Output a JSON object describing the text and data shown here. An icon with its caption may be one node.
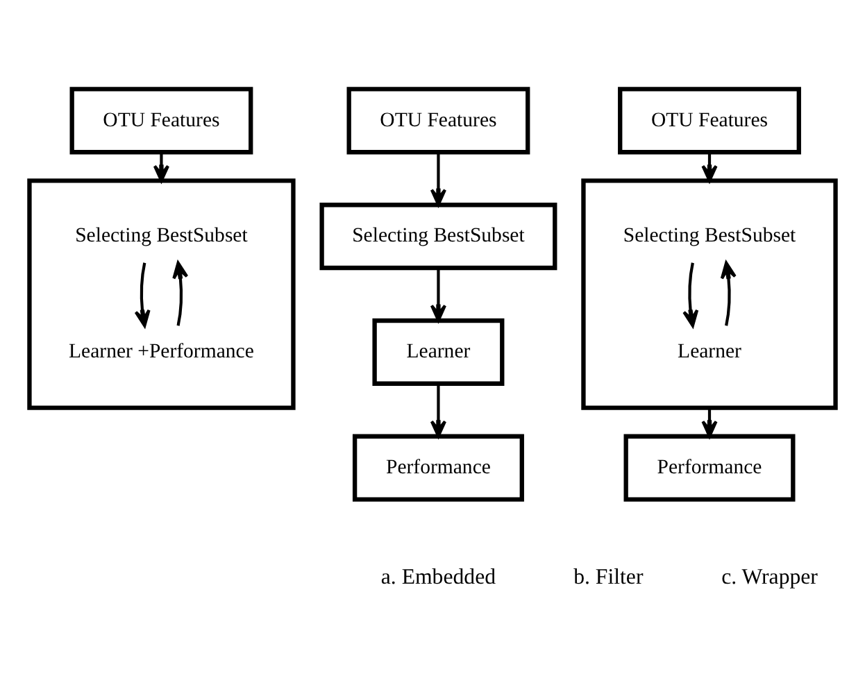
{
  "diagram": {
    "nodes": [
      {
        "text": [
          "OTU Features"
        ]
      },
      {
        "text": [],
        "shape": "box"
      },
      {
        "text": [
          "Selecting BestSubset"
        ],
        "in": 1
      },
      {
        "text": [
          "Learner +Performance"
        ],
        "in": 1
      },
      {
        "text": [
          "OTU Features"
        ]
      },
      {
        "text": [
          "Selecting BestSubset"
        ]
      },
      {
        "text": [
          "Learner"
        ]
      },
      {
        "text": [
          "Performance"
        ]
      },
      {
        "text": [
          "OTU Features"
        ]
      },
      {
        "text": [],
        "shape": "box"
      },
      {
        "text": [
          "Selecting BestSubset"
        ],
        "in": 9
      },
      {
        "text": [
          "Learner"
        ],
        "in": 9
      },
      {
        "text": [
          "Performance"
        ]
      }
    ],
    "edges": [
      {
        "from": 0,
        "to": 1,
        "arrow": "to"
      },
      {
        "from": 2,
        "to": 3,
        "arrow": "to"
      },
      {
        "from": 3,
        "to": 2,
        "arrow": "to"
      },
      {
        "from": 4,
        "to": 5,
        "arrow": "to"
      },
      {
        "from": 5,
        "to": 6,
        "arrow": "to"
      },
      {
        "from": 6,
        "to": 7,
        "arrow": "to"
      },
      {
        "from": 8,
        "to": 9,
        "arrow": "to"
      },
      {
        "from": 10,
        "to": 11,
        "arrow": "to"
      },
      {
        "from": 11,
        "to": 10,
        "arrow": "to"
      },
      {
        "from": 9,
        "to": 12,
        "arrow": "to"
      }
    ],
    "labels": [
      "a. Embedded",
      "b. Filter",
      "c. Wrapper"
    ]
  }
}
